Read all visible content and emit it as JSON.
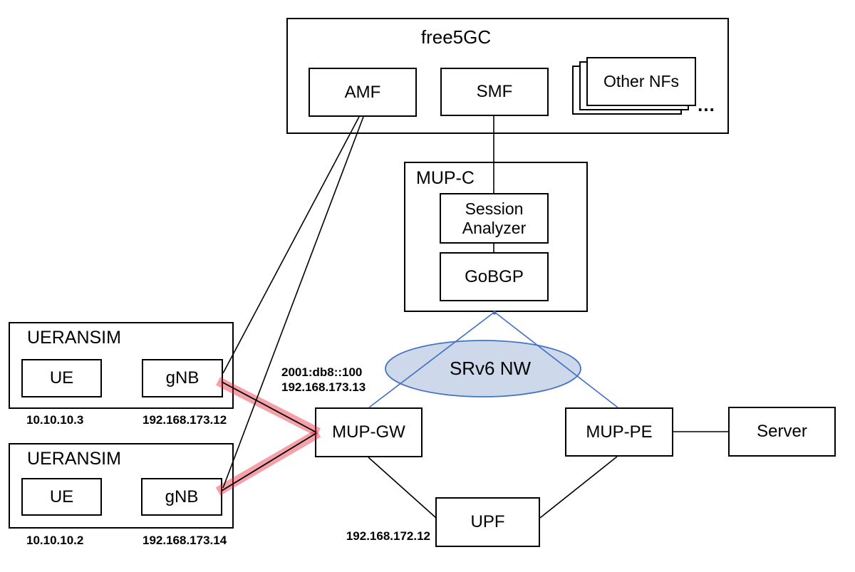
{
  "free5gc": {
    "title": "free5GC",
    "amf_label": "AMF",
    "smf_label": "SMF",
    "other_nfs_label": "Other NFs",
    "more_indicator": "…"
  },
  "mup_c": {
    "title": "MUP-C",
    "session_analyzer_label": "Session Analyzer",
    "gobgp_label": "GoBGP"
  },
  "ueransim_top": {
    "title": "UERANSIM",
    "ue_label": "UE",
    "gnb_label": "gNB",
    "ue_ip": "10.10.10.3",
    "gnb_ip": "192.168.173.12"
  },
  "ueransim_bottom": {
    "title": "UERANSIM",
    "ue_label": "UE",
    "gnb_label": "gNB",
    "ue_ip": "10.10.10.2",
    "gnb_ip": "192.168.173.14"
  },
  "srv6_nw": {
    "label": "SRv6 NW"
  },
  "mup_gw": {
    "label": "MUP-GW",
    "ipv6_address": "2001:db8::100",
    "ipv4_address": "192.168.173.13"
  },
  "mup_pe": {
    "label": "MUP-PE"
  },
  "server": {
    "label": "Server"
  },
  "upf": {
    "label": "UPF",
    "ip_address": "192.168.172.12"
  },
  "colors": {
    "box_border": "#000000",
    "connector_black": "#000000",
    "connector_blue": "#4472c4",
    "srv6_ellipse_fill": "#cdd8eb",
    "srv6_ellipse_stroke": "#4472c4",
    "highlight_red": "#e81e32"
  }
}
